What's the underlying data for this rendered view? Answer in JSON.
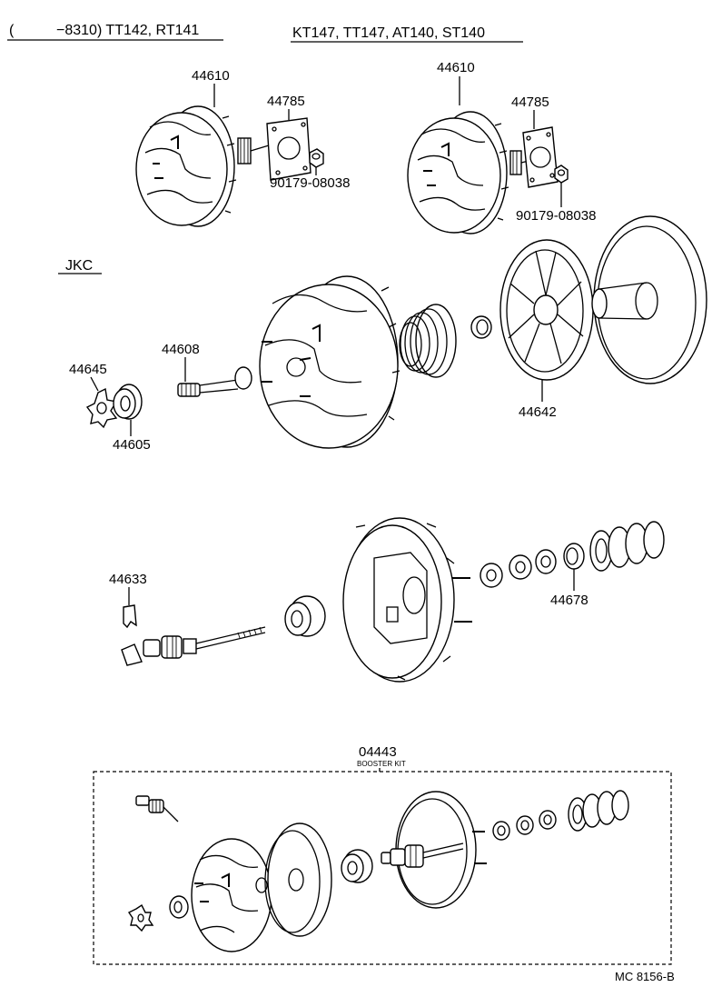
{
  "headers": {
    "left_paren": "(",
    "left_models": "−8310) TT142, RT141",
    "right_models": "KT147, TT147, AT140, ST140",
    "jkc": "JKC"
  },
  "parts": {
    "p44610_left": "44610",
    "p44785_left": "44785",
    "p90179_left": "90179-08038",
    "p44610_right": "44610",
    "p44785_right": "44785",
    "p90179_right": "90179-08038",
    "p44608": "44608",
    "p44645": "44645",
    "p44605": "44605",
    "p44642": "44642",
    "p44633": "44633",
    "p44678": "44678",
    "p04443": "04443",
    "booster_kit": "BOOSTER KIT"
  },
  "figure_code": "MC 8156-B"
}
